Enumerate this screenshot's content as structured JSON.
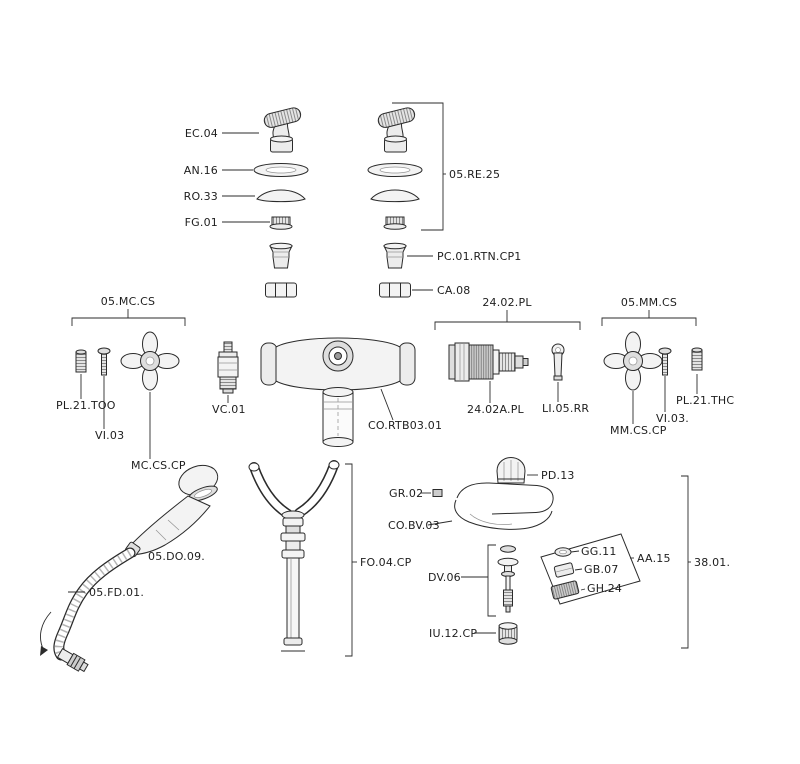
{
  "colors": {
    "line": "#2b2b2b",
    "background": "#ffffff"
  },
  "labels": {
    "ec04": "EC.04",
    "an16": "AN.16",
    "ro33": "RO.33",
    "fg01": "FG.01",
    "re25": "05.RE.25",
    "pc01": "PC.01.RTN.CP1",
    "ca08": "CA.08",
    "mccs": "05.MC.CS",
    "pl21too": "PL.21.TOO",
    "vi03l": "VI.03",
    "mccscp": "MC.CS.CP",
    "vc01": "VC.01",
    "cortb": "CO.RTB03.01",
    "t2402": "24.02.PL",
    "t2402a": "24.02A.PL",
    "li05": "LI.05.RR",
    "mmcs": "05.MM.CS",
    "mmcscp": "MM.CS.CP",
    "vi03r": "VI.03.",
    "pl21thc": "PL.21.THC",
    "pd13": "PD.13",
    "gr02": "GR.02",
    "cobv": "CO.BV.03",
    "do09": "05.DO.09.",
    "fo04": "FO.04.CP",
    "fd01": "05.FD.01.",
    "dv06": "DV.06",
    "iu12": "IU.12.CP",
    "gg11": "GG.11",
    "gb07": "GB.07",
    "gh24": "GH.24",
    "aa15": "AA.15",
    "n3801": "38.01."
  }
}
